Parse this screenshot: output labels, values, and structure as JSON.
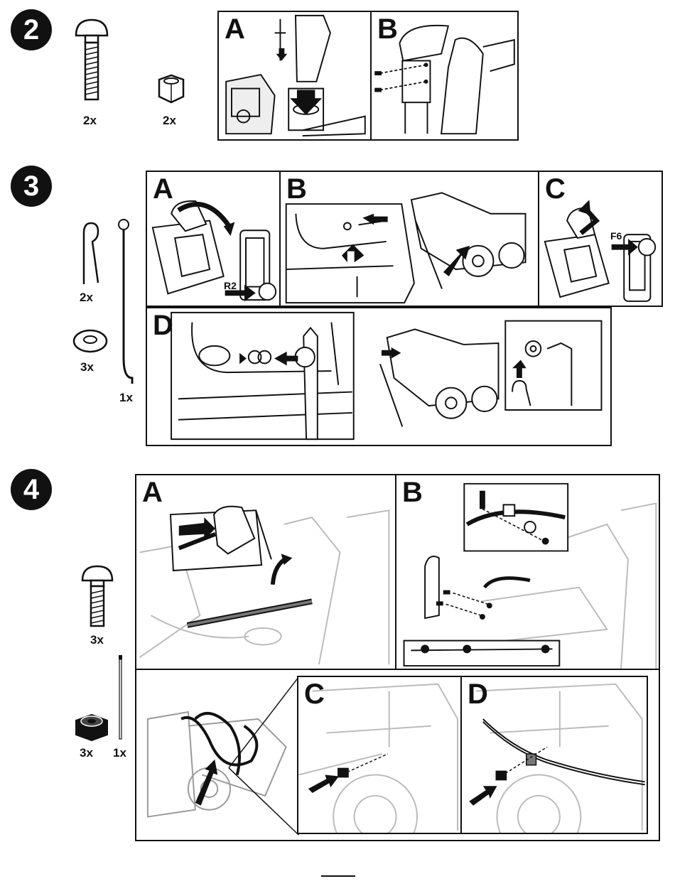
{
  "steps": [
    {
      "number": "2",
      "parts": [
        {
          "icon": "carriage-bolt-icon",
          "qty": "2x"
        },
        {
          "icon": "hex-nut-icon",
          "qty": "2x"
        }
      ],
      "panels": [
        {
          "letter": "A"
        },
        {
          "letter": "B"
        }
      ]
    },
    {
      "number": "3",
      "parts": [
        {
          "icon": "hairpin-clip-icon",
          "qty": "2x"
        },
        {
          "icon": "flat-washer-icon",
          "qty": "3x"
        },
        {
          "icon": "shift-rod-icon",
          "qty": "1x"
        }
      ],
      "panels": [
        {
          "letter": "A",
          "callout": "R2"
        },
        {
          "letter": "B"
        },
        {
          "letter": "C",
          "callout": "F6"
        },
        {
          "letter": "D"
        }
      ]
    },
    {
      "number": "4",
      "parts": [
        {
          "icon": "carriage-bolt-icon",
          "qty": "3x"
        },
        {
          "icon": "lock-nut-icon",
          "qty": "3x"
        },
        {
          "icon": "cable-tie-icon",
          "qty": "1x"
        }
      ],
      "panels": [
        {
          "letter": "A"
        },
        {
          "letter": "B"
        },
        {
          "letter": "C"
        },
        {
          "letter": "D"
        }
      ]
    }
  ]
}
